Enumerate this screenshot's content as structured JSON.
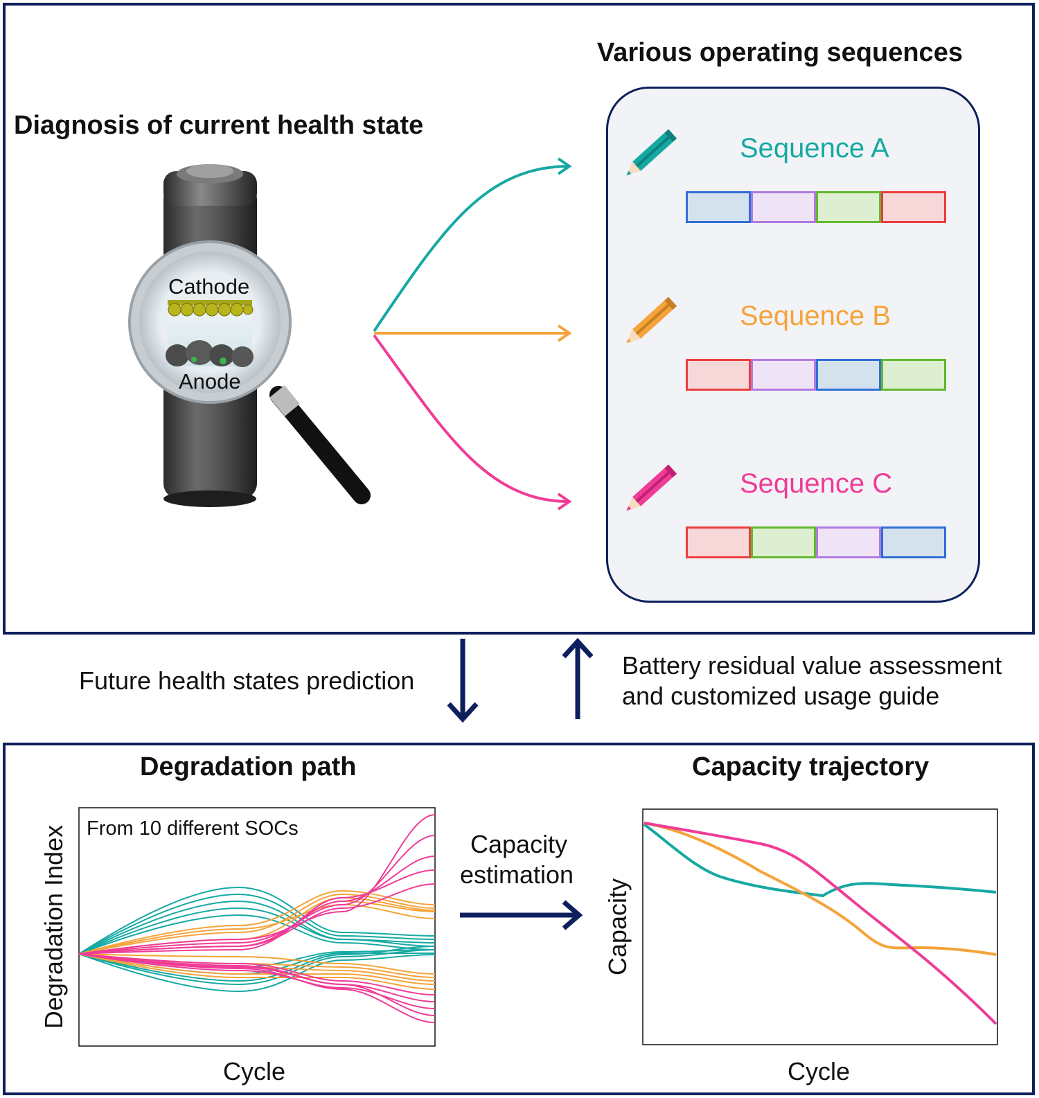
{
  "top": {
    "diagnosis_title": "Diagnosis of current health state",
    "sequences_title": "Various operating sequences",
    "cathode_label": "Cathode",
    "anode_label": "Anode",
    "sequences": [
      {
        "label": "Sequence A",
        "color": "#16a9a3",
        "segments": [
          "blue",
          "purple",
          "green",
          "red"
        ]
      },
      {
        "label": "Sequence B",
        "color": "#f5a33b",
        "segments": [
          "red",
          "purple",
          "blue",
          "green"
        ]
      },
      {
        "label": "Sequence C",
        "color": "#ef3c97",
        "segments": [
          "red",
          "green",
          "purple",
          "blue"
        ]
      }
    ]
  },
  "middle": {
    "down_label": "Future health states prediction",
    "up_label_line1": "Battery residual value assessment",
    "up_label_line2": "and customized usage guide"
  },
  "bottom": {
    "left_title": "Degradation path",
    "right_title": "Capacity trajectory",
    "left_ylabel": "Degradation Index",
    "left_xlabel": "Cycle",
    "left_note": "From 10 different SOCs",
    "center_label_line1": "Capacity",
    "center_label_line2": "estimation",
    "right_ylabel": "Capacity",
    "right_xlabel": "Cycle"
  },
  "colors": {
    "frame": "#0d1f5c",
    "teal": "#16a9a3",
    "orange": "#f5a33b",
    "pink": "#ef3c97",
    "seg_blue": {
      "border": "#2f6fd6",
      "fill": "#d3e2ec"
    },
    "seg_purple": {
      "border": "#b07ae0",
      "fill": "#efe4f6"
    },
    "seg_green": {
      "border": "#63b82e",
      "fill": "#ddefd0"
    },
    "seg_red": {
      "border": "#ec3d3d",
      "fill": "#f8d7d9"
    }
  }
}
